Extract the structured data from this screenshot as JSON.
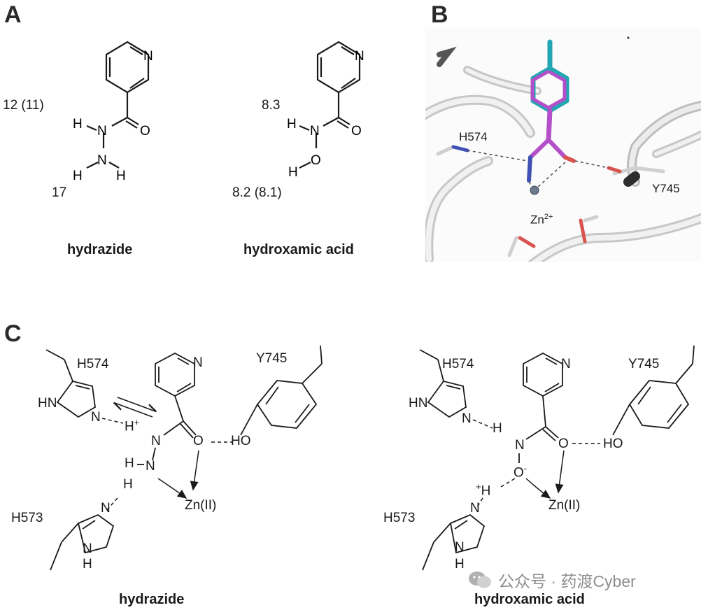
{
  "panels": {
    "a": {
      "letter": "A"
    },
    "b": {
      "letter": "B"
    },
    "c": {
      "letter": "C"
    }
  },
  "panel_a": {
    "hydrazide": {
      "pka_top": "12 (11)",
      "pka_bottom": "17",
      "caption": "hydrazide",
      "atoms": {
        "N_ring": "N",
        "H1": "H",
        "N1": "N",
        "O": "O",
        "N2": "N",
        "H2": "H",
        "H3": "H"
      }
    },
    "hydroxamic": {
      "pka_top": "8.3",
      "pka_bottom": "8.2 (8.1)",
      "caption": "hydroxamic acid",
      "atoms": {
        "N_ring": "N",
        "H1": "H",
        "N1": "N",
        "O": "O",
        "O2": "O",
        "H2": "H"
      }
    }
  },
  "panel_b": {
    "labels": {
      "h574": "H574",
      "y745": "Y745",
      "zn": "Zn",
      "zn_charge": "2+"
    },
    "colors": {
      "ligand_cyan": "#22a6b3",
      "ligand_magenta": "#b34fc9",
      "protein": "#d6d6d6",
      "oxygen": "#d9534f",
      "nitrogen": "#3f51b5"
    }
  },
  "panel_c": {
    "left": {
      "caption": "hydrazide",
      "labels": {
        "h574": "H574",
        "y745": "Y745",
        "h573": "H573",
        "zn": "Zn(II)",
        "ho": "HO",
        "o": "O",
        "n_ring": "N",
        "hn": "HN",
        "n_im1": "N",
        "h_plus": "H",
        "plus": "+",
        "n1": "N",
        "h2": "H",
        "n2": "N",
        "h3": "H",
        "n_im2": "N",
        "nh": "N",
        "nh_h": "H"
      }
    },
    "right": {
      "caption": "hydroxamic acid",
      "labels": {
        "h574": "H574",
        "y745": "Y745",
        "h573": "H573",
        "zn": "Zn(II)",
        "ho": "HO",
        "o": "O",
        "n_ring": "N",
        "hn": "HN",
        "n_im1": "N",
        "h1": "H",
        "n1": "N",
        "o_minus": "O",
        "minus": "-",
        "h_plus": "H",
        "plus": "+",
        "n_im2": "N",
        "nh": "N",
        "nh_h": "H"
      }
    }
  },
  "watermark": {
    "text": "公众号 · 药渡Cyber"
  }
}
